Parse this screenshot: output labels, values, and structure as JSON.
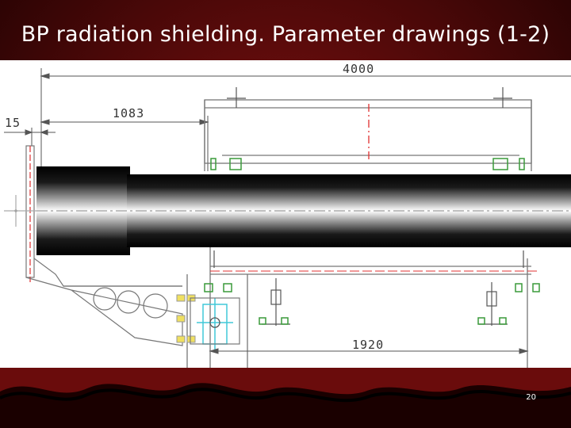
{
  "slide": {
    "title": "BP radiation shielding. Parameter drawings (1-2)",
    "page_number": "20"
  },
  "drawing": {
    "dimensions": {
      "total_length": "4000",
      "offset_1083": "1083",
      "offset_15": "15",
      "support_spacing": "1920"
    }
  },
  "colors": {
    "background": "#4a0808",
    "drawing_bg": "#ffffff",
    "center_line": "#e03030",
    "bolt_green": "#3a9a3a",
    "plate_cyan": "#40c8d8",
    "pipe_dark": "#000000"
  }
}
